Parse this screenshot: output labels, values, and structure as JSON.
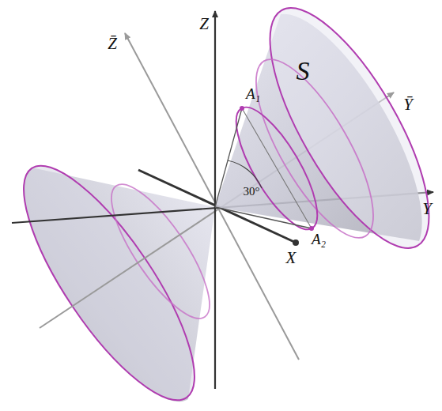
{
  "diagram": {
    "labels": [
      "Z",
      "Z̄",
      "S",
      "A₁",
      "Ȳ",
      "30°",
      "Y",
      "A₂",
      "X"
    ]
  }
}
